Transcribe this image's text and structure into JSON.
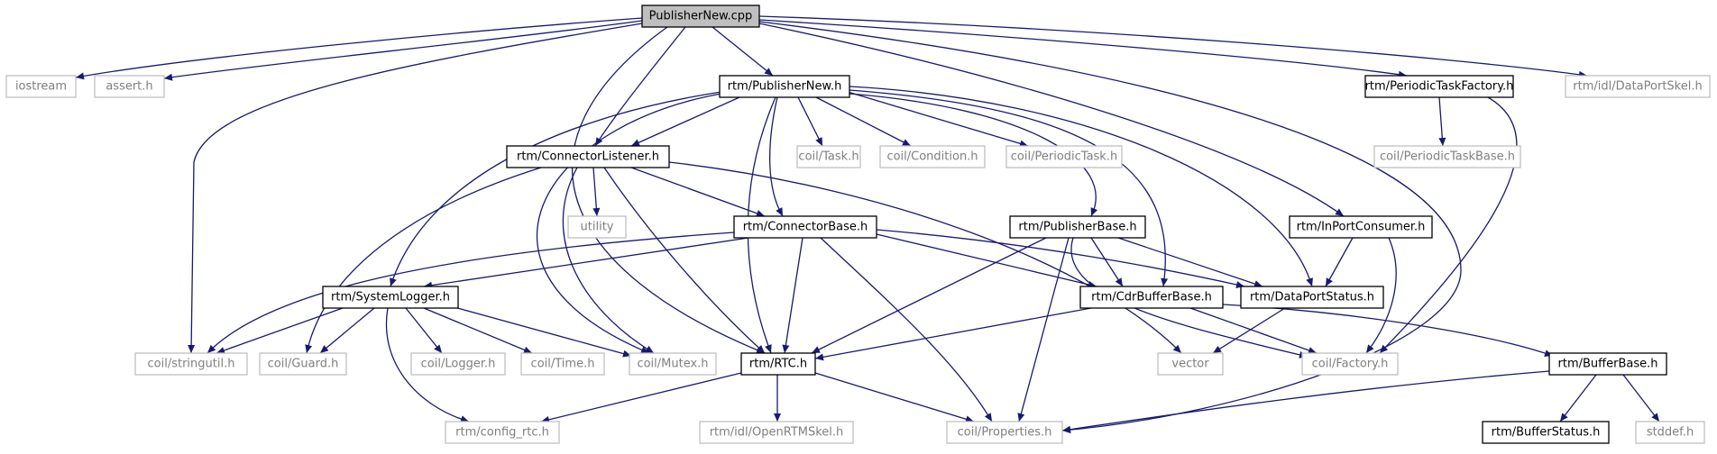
{
  "colors": {
    "edge": "#191970",
    "root_fill": "#bfbfbf",
    "defined_border": "#000000",
    "external_border": "#bfbfbf",
    "external_text": "#7f7f7f",
    "text": "#000000"
  },
  "nodes": {
    "publishernew_cpp": "PublisherNew.cpp",
    "iostream": "iostream",
    "assert_h": "assert.h",
    "rtm_publishernew_h": "rtm/PublisherNew.h",
    "rtm_periodictaskfactory_h": "rtm/PeriodicTaskFactory.h",
    "rtm_idl_dataportskel_h": "rtm/idl/DataPortSkel.h",
    "rtm_connectorlistener_h": "rtm/ConnectorListener.h",
    "coil_task_h": "coil/Task.h",
    "coil_condition_h": "coil/Condition.h",
    "coil_periodictask_h": "coil/PeriodicTask.h",
    "coil_periodictaskbase_h": "coil/PeriodicTaskBase.h",
    "utility": "utility",
    "rtm_connectorbase_h": "rtm/ConnectorBase.h",
    "rtm_publisherbase_h": "rtm/PublisherBase.h",
    "rtm_inportconsumer_h": "rtm/InPortConsumer.h",
    "rtm_systemlogger_h": "rtm/SystemLogger.h",
    "rtm_cdrbufferbase_h": "rtm/CdrBufferBase.h",
    "rtm_dataportstatus_h": "rtm/DataPortStatus.h",
    "coil_stringutil_h": "coil/stringutil.h",
    "coil_guard_h": "coil/Guard.h",
    "coil_logger_h": "coil/Logger.h",
    "coil_time_h": "coil/Time.h",
    "coil_mutex_h": "coil/Mutex.h",
    "rtm_rtc_h": "rtm/RTC.h",
    "vector": "vector",
    "coil_factory_h": "coil/Factory.h",
    "rtm_bufferbase_h": "rtm/BufferBase.h",
    "rtm_config_rtc_h": "rtm/config_rtc.h",
    "rtm_idl_openrtmskel_h": "rtm/idl/OpenRTMSkel.h",
    "coil_properties_h": "coil/Properties.h",
    "rtm_bufferstatus_h": "rtm/BufferStatus.h",
    "stddef_h": "stddef.h"
  }
}
